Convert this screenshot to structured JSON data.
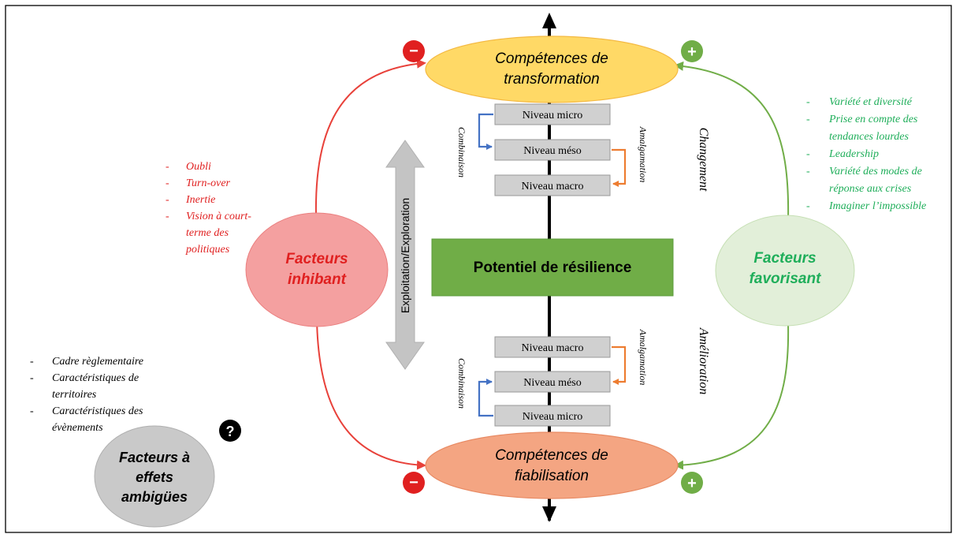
{
  "top_oval": {
    "line1": "Compétences de",
    "line2": "transformation"
  },
  "bottom_oval": {
    "line1": "Compétences de",
    "line2": "fiabilisation"
  },
  "center_box": "Potentiel de résilience",
  "vertical_double_arrow_label": "Exploitation/Exploration",
  "upper_levels": {
    "micro": "Niveau micro",
    "meso": "Niveau méso",
    "macro": "Niveau macro"
  },
  "lower_levels": {
    "macro": "Niveau macro",
    "meso": "Niveau méso",
    "micro": "Niveau micro"
  },
  "combination_label": "Combinaison",
  "amalgamation_label": "Amalgamation",
  "changement_label": "Changement",
  "amelioration_label": "Amélioration",
  "inhibiting": {
    "line1": "Facteurs",
    "line2": "inhibant",
    "items": [
      "Oubli",
      "Turn-over",
      "Inertie",
      "Vision à court-",
      "terme des",
      "politiques"
    ]
  },
  "favoring": {
    "line1": "Facteurs",
    "line2": "favorisant",
    "items": [
      "Variété et diversité",
      "Prise en compte des",
      "tendances lourdes",
      "Leadership",
      "Variété des modes de",
      "réponse aux crises",
      "Imaginer l’impossible"
    ]
  },
  "ambiguous": {
    "line1": "Facteurs à",
    "line2": "effets",
    "line3": "ambigües",
    "items": [
      "Cadre règlementaire",
      "Caractéristiques de",
      "territoires",
      "Caractéristiques des",
      "évènements"
    ]
  },
  "badges": {
    "minus": "−",
    "plus": "+",
    "question": "?"
  },
  "list_dash": "-",
  "colors": {
    "red": "#e02020",
    "green": "#1fae5a",
    "arrow_red": "#e8413a",
    "arrow_green": "#70ad47",
    "blue_bracket": "#4472c4",
    "orange_bracket": "#ed7d31",
    "top_oval_fill": "#ffd966",
    "bottom_oval_fill": "#f4a582",
    "center_box_fill": "#70ad47",
    "inhibit_fill": "#f4a0a0",
    "favor_fill": "#e2efd9",
    "ambig_fill": "#c9c9c9",
    "level_box_fill": "#d0d0d0"
  }
}
